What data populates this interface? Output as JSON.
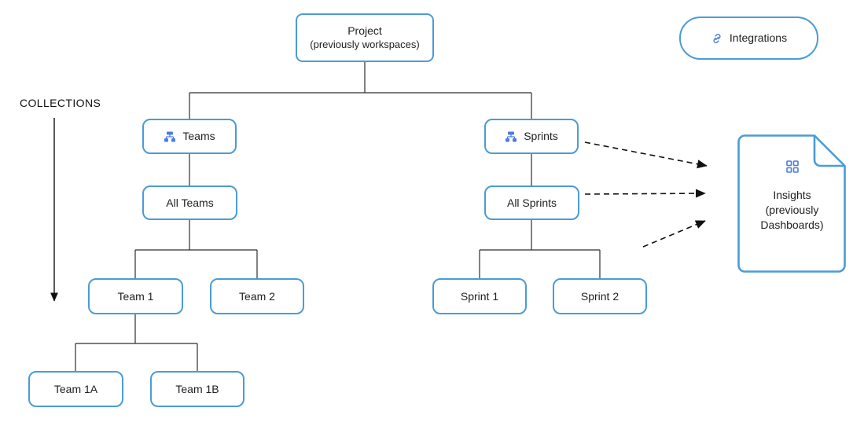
{
  "diagram": {
    "collections_label": "COLLECTIONS",
    "nodes": {
      "project": {
        "line1": "Project",
        "line2": "(previously workspaces)"
      },
      "integrations": {
        "label": "Integrations"
      },
      "teams": {
        "label": "Teams"
      },
      "sprints": {
        "label": "Sprints"
      },
      "all_teams": {
        "label": "All Teams"
      },
      "all_sprints": {
        "label": "All Sprints"
      },
      "team1": {
        "label": "Team 1"
      },
      "team2": {
        "label": "Team 2"
      },
      "team1a": {
        "label": "Team 1A"
      },
      "team1b": {
        "label": "Team 1B"
      },
      "sprint1": {
        "label": "Sprint 1"
      },
      "sprint2": {
        "label": "Sprint 2"
      },
      "insights": {
        "line1": "Insights",
        "line2": "(previously",
        "line3": "Dashboards)"
      }
    },
    "colors": {
      "box_border": "#4a9cd6",
      "icon_blue": "#4a7de0",
      "line": "#2e2e2e",
      "text": "#1f1f1f"
    }
  }
}
